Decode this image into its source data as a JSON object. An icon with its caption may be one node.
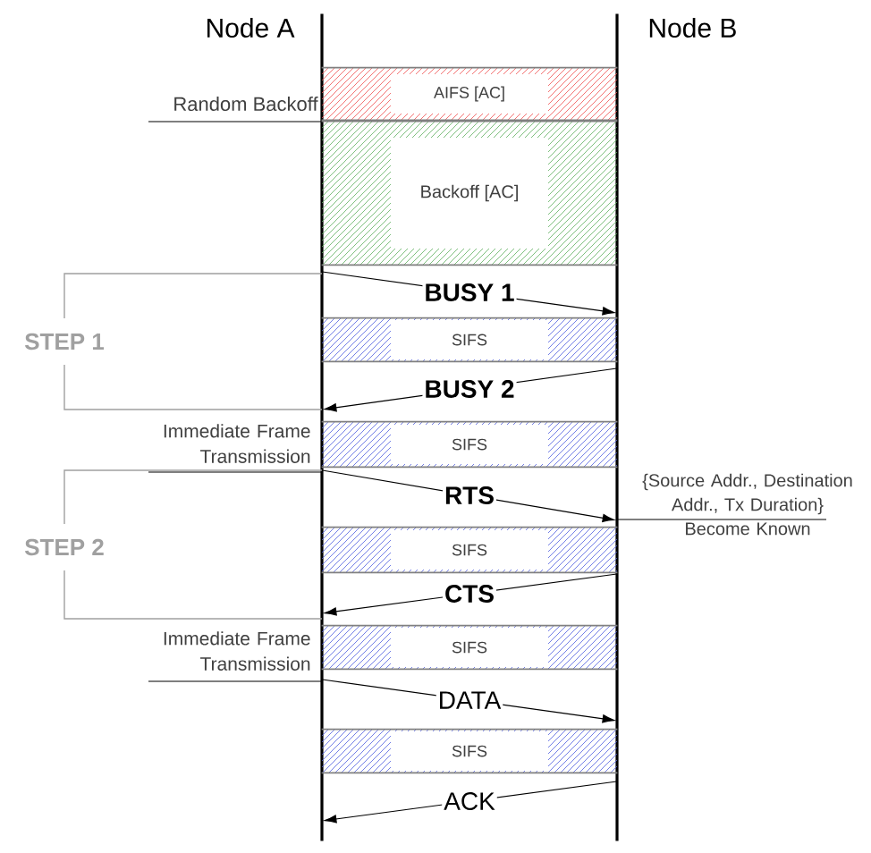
{
  "diagram": {
    "nodes": [
      {
        "text": [
          "Node A",
          "Random Backoff",
          "STEP 1",
          "Immediate Frame Transmission",
          "STEP 2",
          "Immediate Frame Transmission"
        ]
      },
      {
        "text": [
          "Node B",
          "{Source Addr., Destination Addr., Tx Duration} Become Known"
        ]
      },
      {
        "text": [
          "AIFS [AC]"
        ]
      },
      {
        "text": [
          "Backoff [AC]"
        ]
      },
      {
        "text": [
          "SIFS"
        ]
      },
      {
        "text": [
          "SIFS"
        ]
      },
      {
        "text": [
          "SIFS"
        ]
      },
      {
        "text": [
          "SIFS"
        ]
      },
      {
        "text": [
          "SIFS"
        ]
      }
    ],
    "edges": [
      {
        "from": 0,
        "to": 1,
        "arrow": "to",
        "label": "BUSY 1"
      },
      {
        "from": 1,
        "to": 0,
        "arrow": "to",
        "label": "BUSY 2"
      },
      {
        "from": 0,
        "to": 1,
        "arrow": "to",
        "label": "RTS"
      },
      {
        "from": 1,
        "to": 0,
        "arrow": "to",
        "label": "CTS"
      },
      {
        "from": 0,
        "to": 1,
        "arrow": "to",
        "label": "DATA"
      },
      {
        "from": 1,
        "to": 0,
        "arrow": "to",
        "label": "ACK"
      }
    ]
  }
}
